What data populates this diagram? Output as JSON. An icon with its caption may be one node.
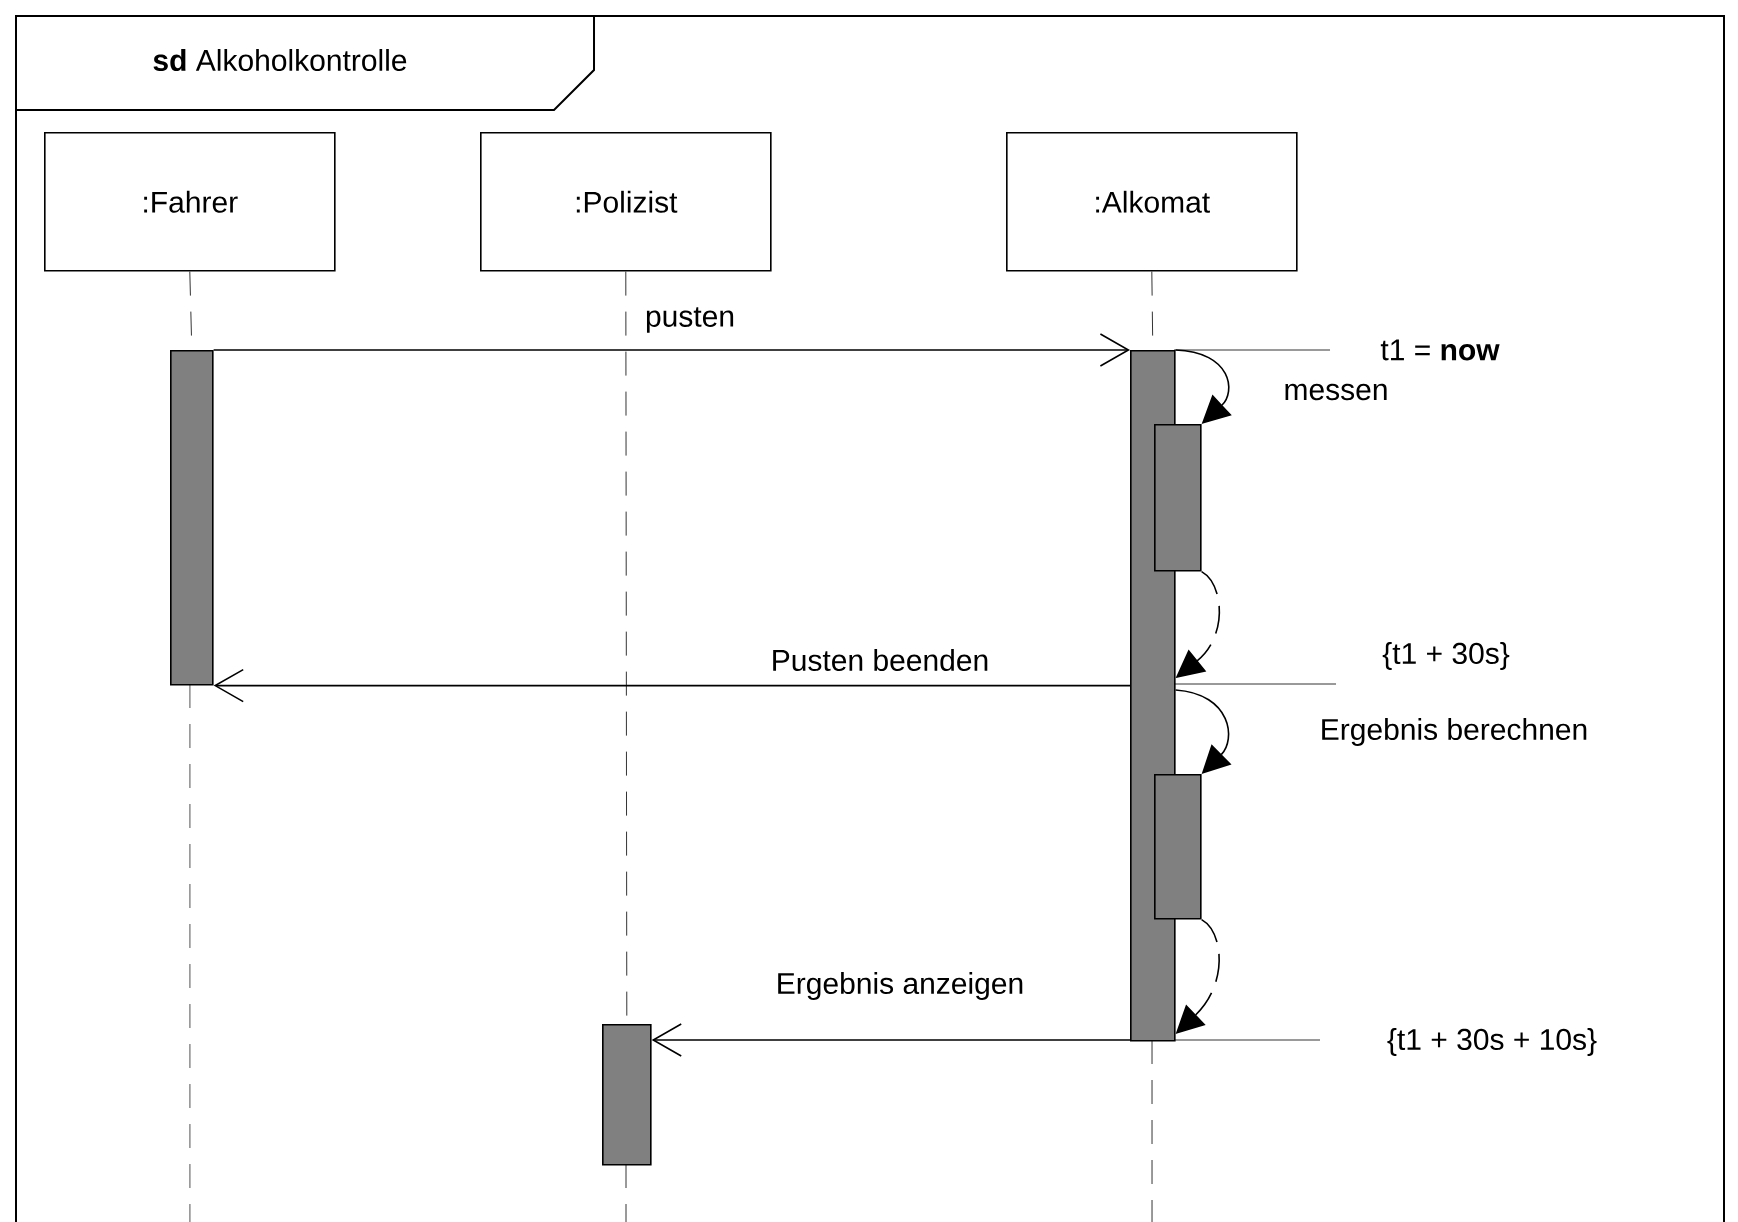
{
  "diagram": {
    "title": "**sd** Alkoholkontrolle",
    "nodes": [
      {
        "text": [
          ":Fahrer"
        ]
      },
      {
        "text": [
          ":Polizist"
        ]
      },
      {
        "text": [
          ":Alkomat"
        ]
      },
      {
        "text": [],
        "shape": "bar"
      },
      {
        "text": [],
        "shape": "bar"
      },
      {
        "text": [],
        "shape": "bar"
      },
      {
        "text": [],
        "shape": "bar"
      },
      {
        "text": [],
        "shape": "bar"
      }
    ],
    "edges": [
      {
        "from": 0,
        "to": 3,
        "arrow": "none",
        "style": "dashed"
      },
      {
        "from": 1,
        "to": 7,
        "arrow": "none",
        "style": "dashed"
      },
      {
        "from": 2,
        "to": 4,
        "arrow": "none",
        "style": "dashed"
      },
      {
        "from": 3,
        "to": 4,
        "arrow": "to",
        "label": "pusten"
      },
      {
        "from": 4,
        "to": 5,
        "arrow": "to",
        "label": "messen"
      },
      {
        "from": 5,
        "to": 4,
        "arrow": "to",
        "style": "dashed"
      },
      {
        "from": 4,
        "to": 3,
        "arrow": "to",
        "label": "Pusten beenden"
      },
      {
        "from": 4,
        "to": 6,
        "arrow": "to",
        "label": "Ergebnis berechnen"
      },
      {
        "from": 6,
        "to": 4,
        "arrow": "to",
        "style": "dashed"
      },
      {
        "from": 4,
        "to": 7,
        "arrow": "to",
        "label": "Ergebnis anzeigen"
      }
    ],
    "labels": [
      "t1 = **now**",
      "{t1 + 30s}",
      "{t1 + 30s + 10s}"
    ]
  }
}
